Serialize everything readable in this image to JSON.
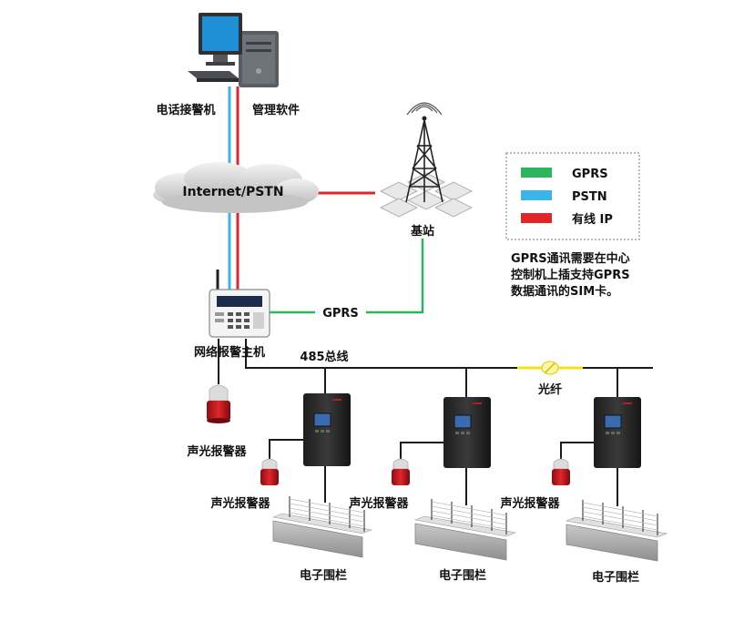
{
  "colors": {
    "gprs": "#2db55d",
    "pstn": "#3ab5e6",
    "wired_ip": "#e0262a",
    "bus": "#1a1a1a",
    "fiber": "#f4e21d"
  },
  "labels": {
    "phone_receiver": "电话接警机",
    "management_software": "管理软件",
    "cloud": "Internet/PSTN",
    "base_station": "基站",
    "gprs_link": "GPRS",
    "network_host": "网络报警主机",
    "bus": "485总线",
    "fiber": "光纤",
    "siren_host": "声光报警器",
    "siren_1": "声光报警器",
    "siren_2": "声光报警器",
    "siren_3": "声光报警器",
    "fence_1": "电子围栏",
    "fence_2": "电子围栏",
    "fence_3": "电子围栏"
  },
  "legend": {
    "items": [
      {
        "label": "GPRS",
        "color": "#2db55d"
      },
      {
        "label": "PSTN",
        "color": "#3ab5e6"
      },
      {
        "label": "有线 IP",
        "color": "#e0262a"
      }
    ]
  },
  "note": {
    "line1": "GPRS通讯需要在中心",
    "line2": "控制机上插支持GPRS",
    "line3": "数据通讯的SIM卡。"
  },
  "icons": {
    "computer": "computer-icon",
    "tower": "cell-tower-icon",
    "alarm_host": "alarm-host-icon",
    "siren": "siren-icon",
    "controller": "fence-controller-icon",
    "fence": "electric-fence-icon"
  }
}
